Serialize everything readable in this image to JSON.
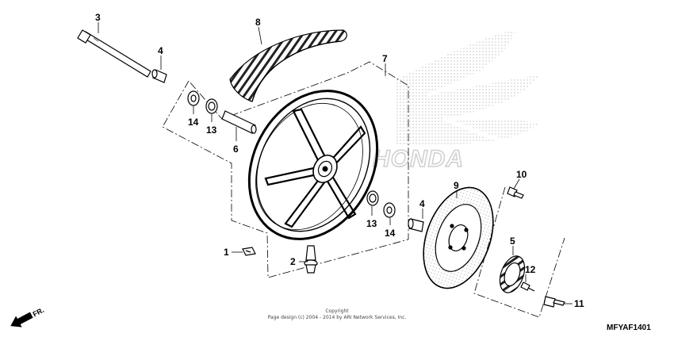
{
  "diagram": {
    "brand_watermark": "HONDA",
    "direction_label": "FR.",
    "diagram_code": "MFYAF1401",
    "copyright_title": "Copyright",
    "copyright_text": "Page design (c) 2004 - 2014 by ARI Network Services, Inc.",
    "callouts": [
      "3",
      "8",
      "4",
      "7",
      "14",
      "13",
      "6",
      "10",
      "9",
      "4",
      "13",
      "14",
      "5",
      "12",
      "1",
      "2",
      "11"
    ]
  }
}
